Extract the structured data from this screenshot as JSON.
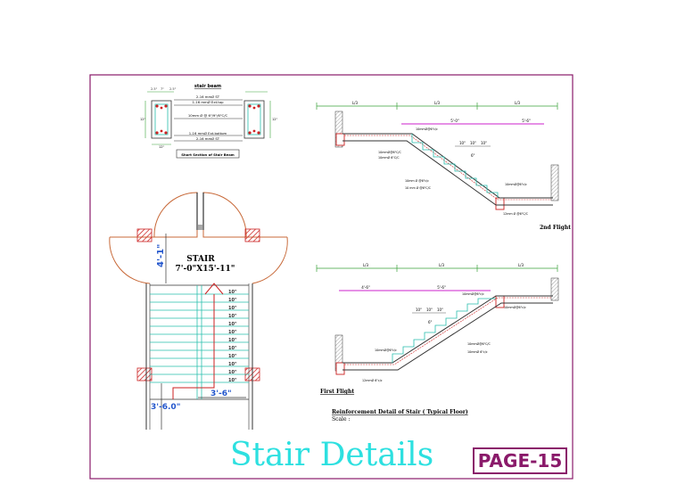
{
  "drawing": {
    "beam_section": {
      "title": "stair beam",
      "caption": "Short Section of Stair Beam",
      "top_bars": "2-16 mmØ ST",
      "extra_top": "1-16 mmØ Ext.top",
      "stirrup": "10mm Ø @ 6\"/9\"/6\"C/C",
      "extra_bottom": "1-16 mmØ Ext.bottom",
      "bottom_bars": "2-16 mmØ ST",
      "dims": [
        "2.5\"",
        "7\"",
        "2.5\"",
        "12\"",
        "12\"",
        "12\"",
        "12\""
      ]
    },
    "plan": {
      "label_line1": "STAIR",
      "label_line2": "7'-0\"X15'-11\"",
      "dim_vertical": "4'-1\"",
      "dim_horizontal": "3'-6\"",
      "dim_lower": "3'-6.0\"",
      "tread_labels": [
        "10\"",
        "10\"",
        "10\"",
        "10\"",
        "10\"",
        "10\"",
        "10\"",
        "10\"",
        "10\"",
        "10\"",
        "10\"",
        "10\""
      ]
    },
    "flight_2": {
      "label": "2nd Flight",
      "span_labels": [
        "L/3",
        "L/3",
        "L/3"
      ],
      "sub_labels": [
        "5'-0\"",
        "5'-6\""
      ],
      "step_dims": [
        "10\"",
        "10\"",
        "10\""
      ],
      "riser": "6\"",
      "notes": [
        "10mmØ@6\"c/c",
        "10mmØ@6\"C/C",
        "10mmØ 6\"C/C",
        "10mm Ø @6\"c/c",
        "10mmØ@6\"c/c",
        "10 mm Ø @6\"C/C",
        "12mm Ø @6\"C/C"
      ]
    },
    "flight_1": {
      "label": "First Flight",
      "span_labels": [
        "L/3",
        "L/3",
        "L/3"
      ],
      "sub_labels": [
        "4'-6\"",
        "5'-6\""
      ],
      "step_dims": [
        "10\"",
        "10\"",
        "10\""
      ],
      "riser": "6\"",
      "notes": [
        "10mmØ@6\"c/c",
        "10mmØ@6\"c/c",
        "10mmØ@6\"c/c",
        "10mmØ@6\"C/C",
        "10mmØ 6\"c/c",
        "12mmØ 6\"c/c"
      ]
    },
    "reinforcement_title": "Reinforcement Detail of Stair ( Typical Floor)",
    "scale_label": "Scale :"
  },
  "sheet_title": "Stair Details",
  "page_label": "PAGE-15",
  "colors": {
    "border": "#8a1a6a",
    "cyan": "#2de0e0",
    "teal_line": "#29bfae",
    "dim_green": "#3aa33a",
    "magenta": "#cc22cc",
    "red": "#cc2222",
    "wall": "#c86a3a"
  }
}
